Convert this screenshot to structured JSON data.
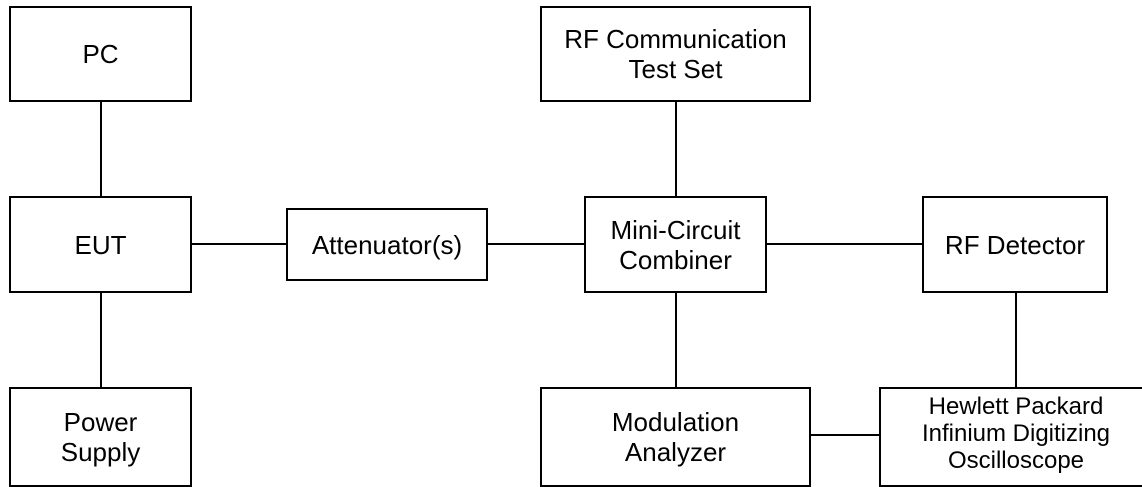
{
  "blocks": {
    "pc": "PC",
    "eut": "EUT",
    "power_supply": "Power\nSupply",
    "attenuator": "Attenuator(s)",
    "rf_test_set": "RF Communication\nTest Set",
    "combiner": "Mini-Circuit\nCombiner",
    "rf_detector": "RF Detector",
    "modulation_analyzer": "Modulation\nAnalyzer",
    "oscilloscope": "Hewlett Packard\nInfinium Digitizing\nOscilloscope"
  },
  "colors": {
    "line": "#000000",
    "box_border": "#000000",
    "background": "#ffffff"
  }
}
